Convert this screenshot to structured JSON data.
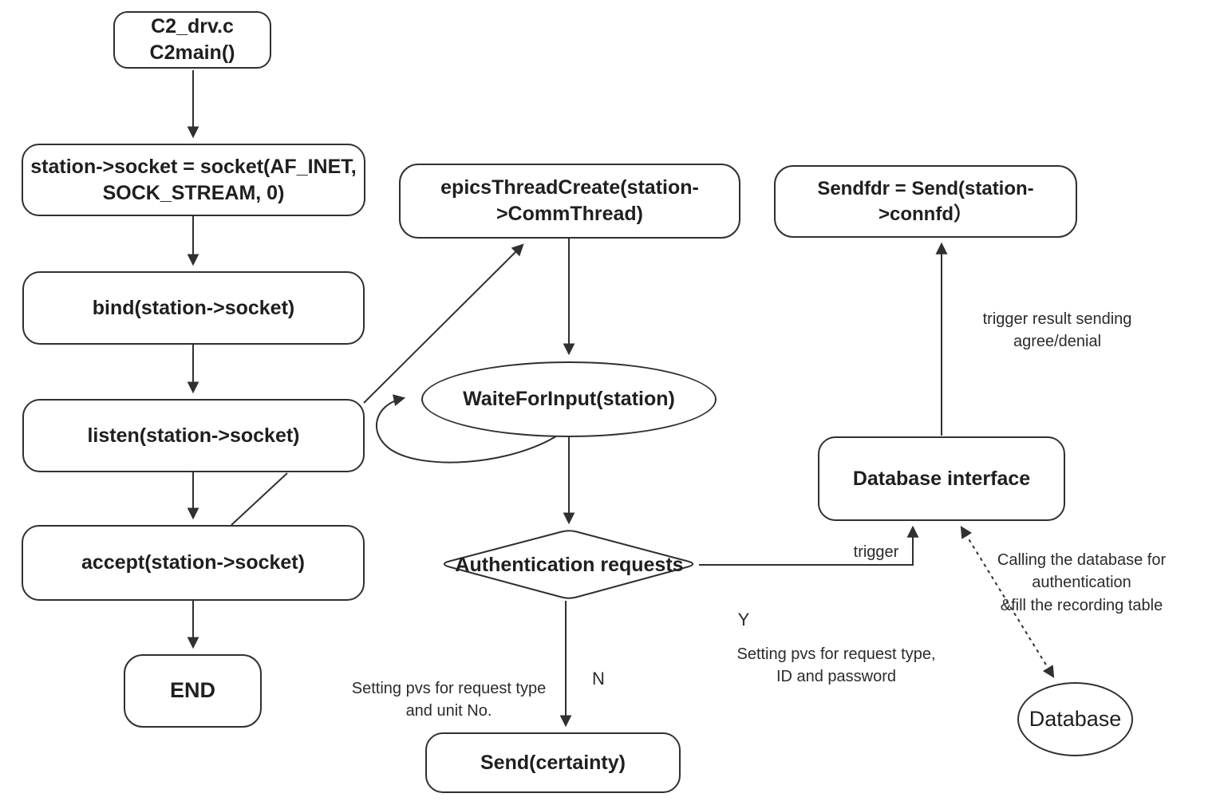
{
  "nodes": {
    "c2main": {
      "label": "C2_drv.c\nC2main()"
    },
    "socket_call": {
      "label": "station->socket = socket(AF_INET,\nSOCK_STREAM, 0)"
    },
    "bind_call": {
      "label": "bind(station->socket)"
    },
    "listen_call": {
      "label": "listen(station->socket)"
    },
    "accept_call": {
      "label": "accept(station->socket)"
    },
    "end": {
      "label": "END"
    },
    "epics_thread_create": {
      "label": "epicsThreadCreate(station-\n>CommThread)"
    },
    "waite_for_input": {
      "label": "WaiteForInput(station)"
    },
    "authentication_requests": {
      "label": "Authentication requests"
    },
    "send_certainty": {
      "label": "Send(certainty)"
    },
    "sendfdr": {
      "label": "Sendfdr = Send(station->connfd）"
    },
    "database_interface": {
      "label": "Database interface"
    },
    "database": {
      "label": "Database"
    }
  },
  "annotations": {
    "trigger_result": "trigger result sending\nagree/denial",
    "trigger": "trigger",
    "calling_db": "Calling the database for\nauthentication\n&fill the recording table",
    "yes": "Y",
    "no": "N",
    "setting_pvs_id": "Setting pvs for request type,\nID and password",
    "setting_pvs_unit": "Setting pvs for request type\nand unit No."
  },
  "colors": {
    "stroke": "#303030",
    "text": "#1f1f1f",
    "background": "#ffffff"
  }
}
